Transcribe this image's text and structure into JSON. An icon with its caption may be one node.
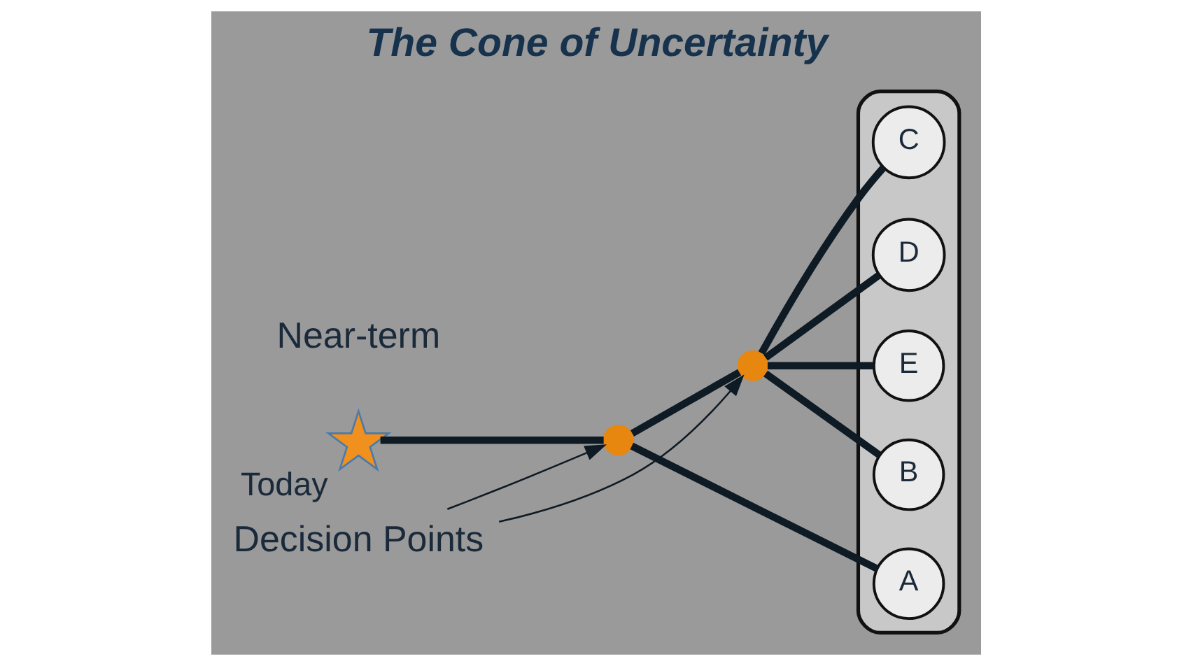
{
  "diagram": {
    "title": "The Cone of Uncertainty",
    "nodes": [
      {
        "text": [],
        "shape": "star",
        "beside": [
          "Today"
        ]
      },
      {
        "text": [],
        "shape": "circle"
      },
      {
        "text": [],
        "shape": "circle"
      },
      {
        "text": [],
        "shape": "ellipse"
      },
      {
        "text": [
          "A"
        ],
        "in": 3
      },
      {
        "text": [
          "D"
        ],
        "in": 3
      },
      {
        "text": [
          "E"
        ],
        "in": 3
      },
      {
        "text": [
          "B"
        ],
        "in": 3
      },
      {
        "text": [
          "C"
        ],
        "in": 3
      },
      {
        "text": [
          "Decision Points"
        ]
      }
    ],
    "edges": [
      {
        "from": 0,
        "to": 1,
        "arrow": "none"
      },
      {
        "from": 1,
        "to": 2,
        "arrow": "none"
      },
      {
        "from": 1,
        "to": 4,
        "arrow": "none"
      },
      {
        "from": 2,
        "to": 5,
        "arrow": "none"
      },
      {
        "from": 2,
        "to": 6,
        "arrow": "none"
      },
      {
        "from": 2,
        "to": 7,
        "arrow": "none"
      },
      {
        "from": 2,
        "to": 8,
        "arrow": "none"
      },
      {
        "from": 9,
        "to": 1,
        "arrow": "to"
      },
      {
        "from": 9,
        "to": 2,
        "arrow": "to"
      }
    ],
    "labels": [
      "Near-term"
    ]
  }
}
